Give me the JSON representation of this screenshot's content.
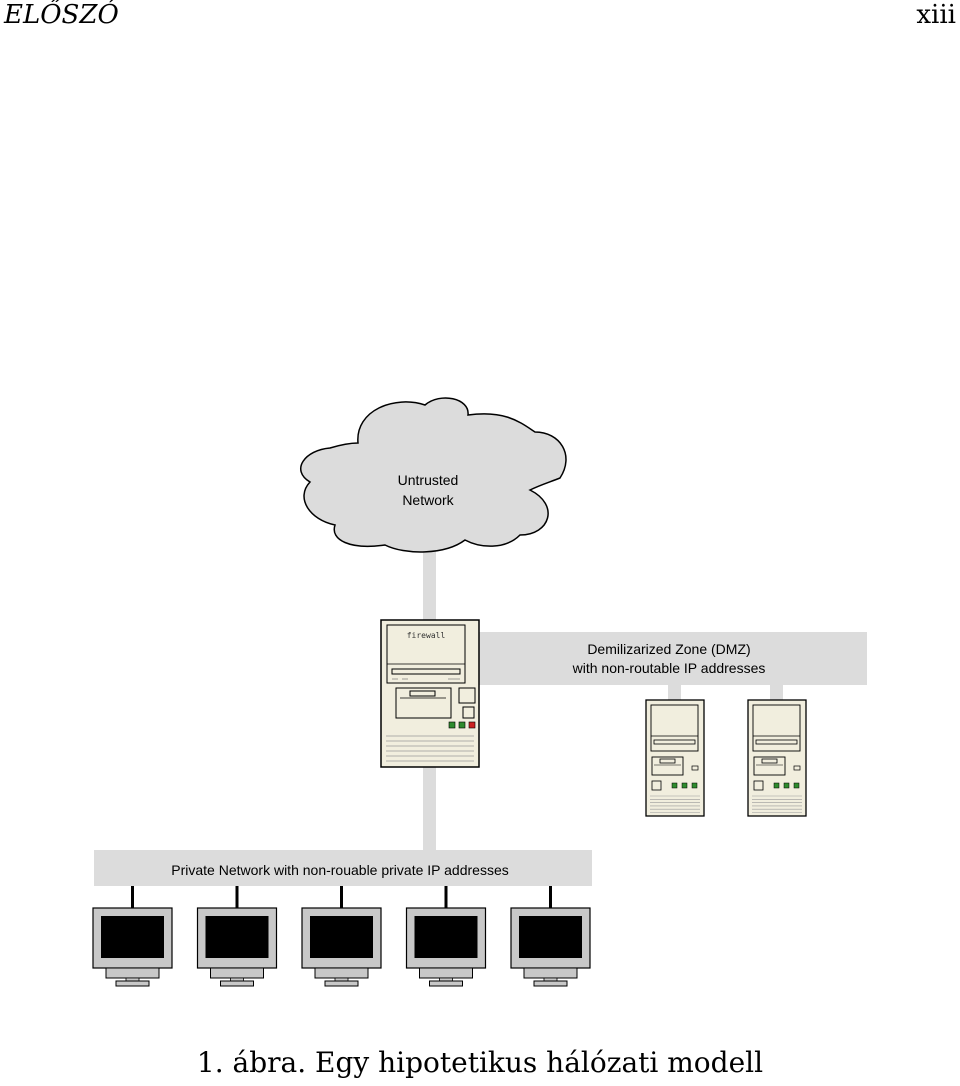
{
  "header": {
    "left": "ELŐSZÓ",
    "right": "xiii"
  },
  "figure": {
    "cloud_line1": "Untrusted",
    "cloud_line2": "Network",
    "firewall_label": "firewall",
    "dmz_line1": "Demilizarized Zone (DMZ)",
    "dmz_line2": "with non-routable IP addresses",
    "private_label": "Private Network with non-rouable private IP addresses",
    "dmz_server_count": 2,
    "workstation_count": 5
  },
  "caption": "1. ábra. Egy hipotetikus hálózati modell"
}
